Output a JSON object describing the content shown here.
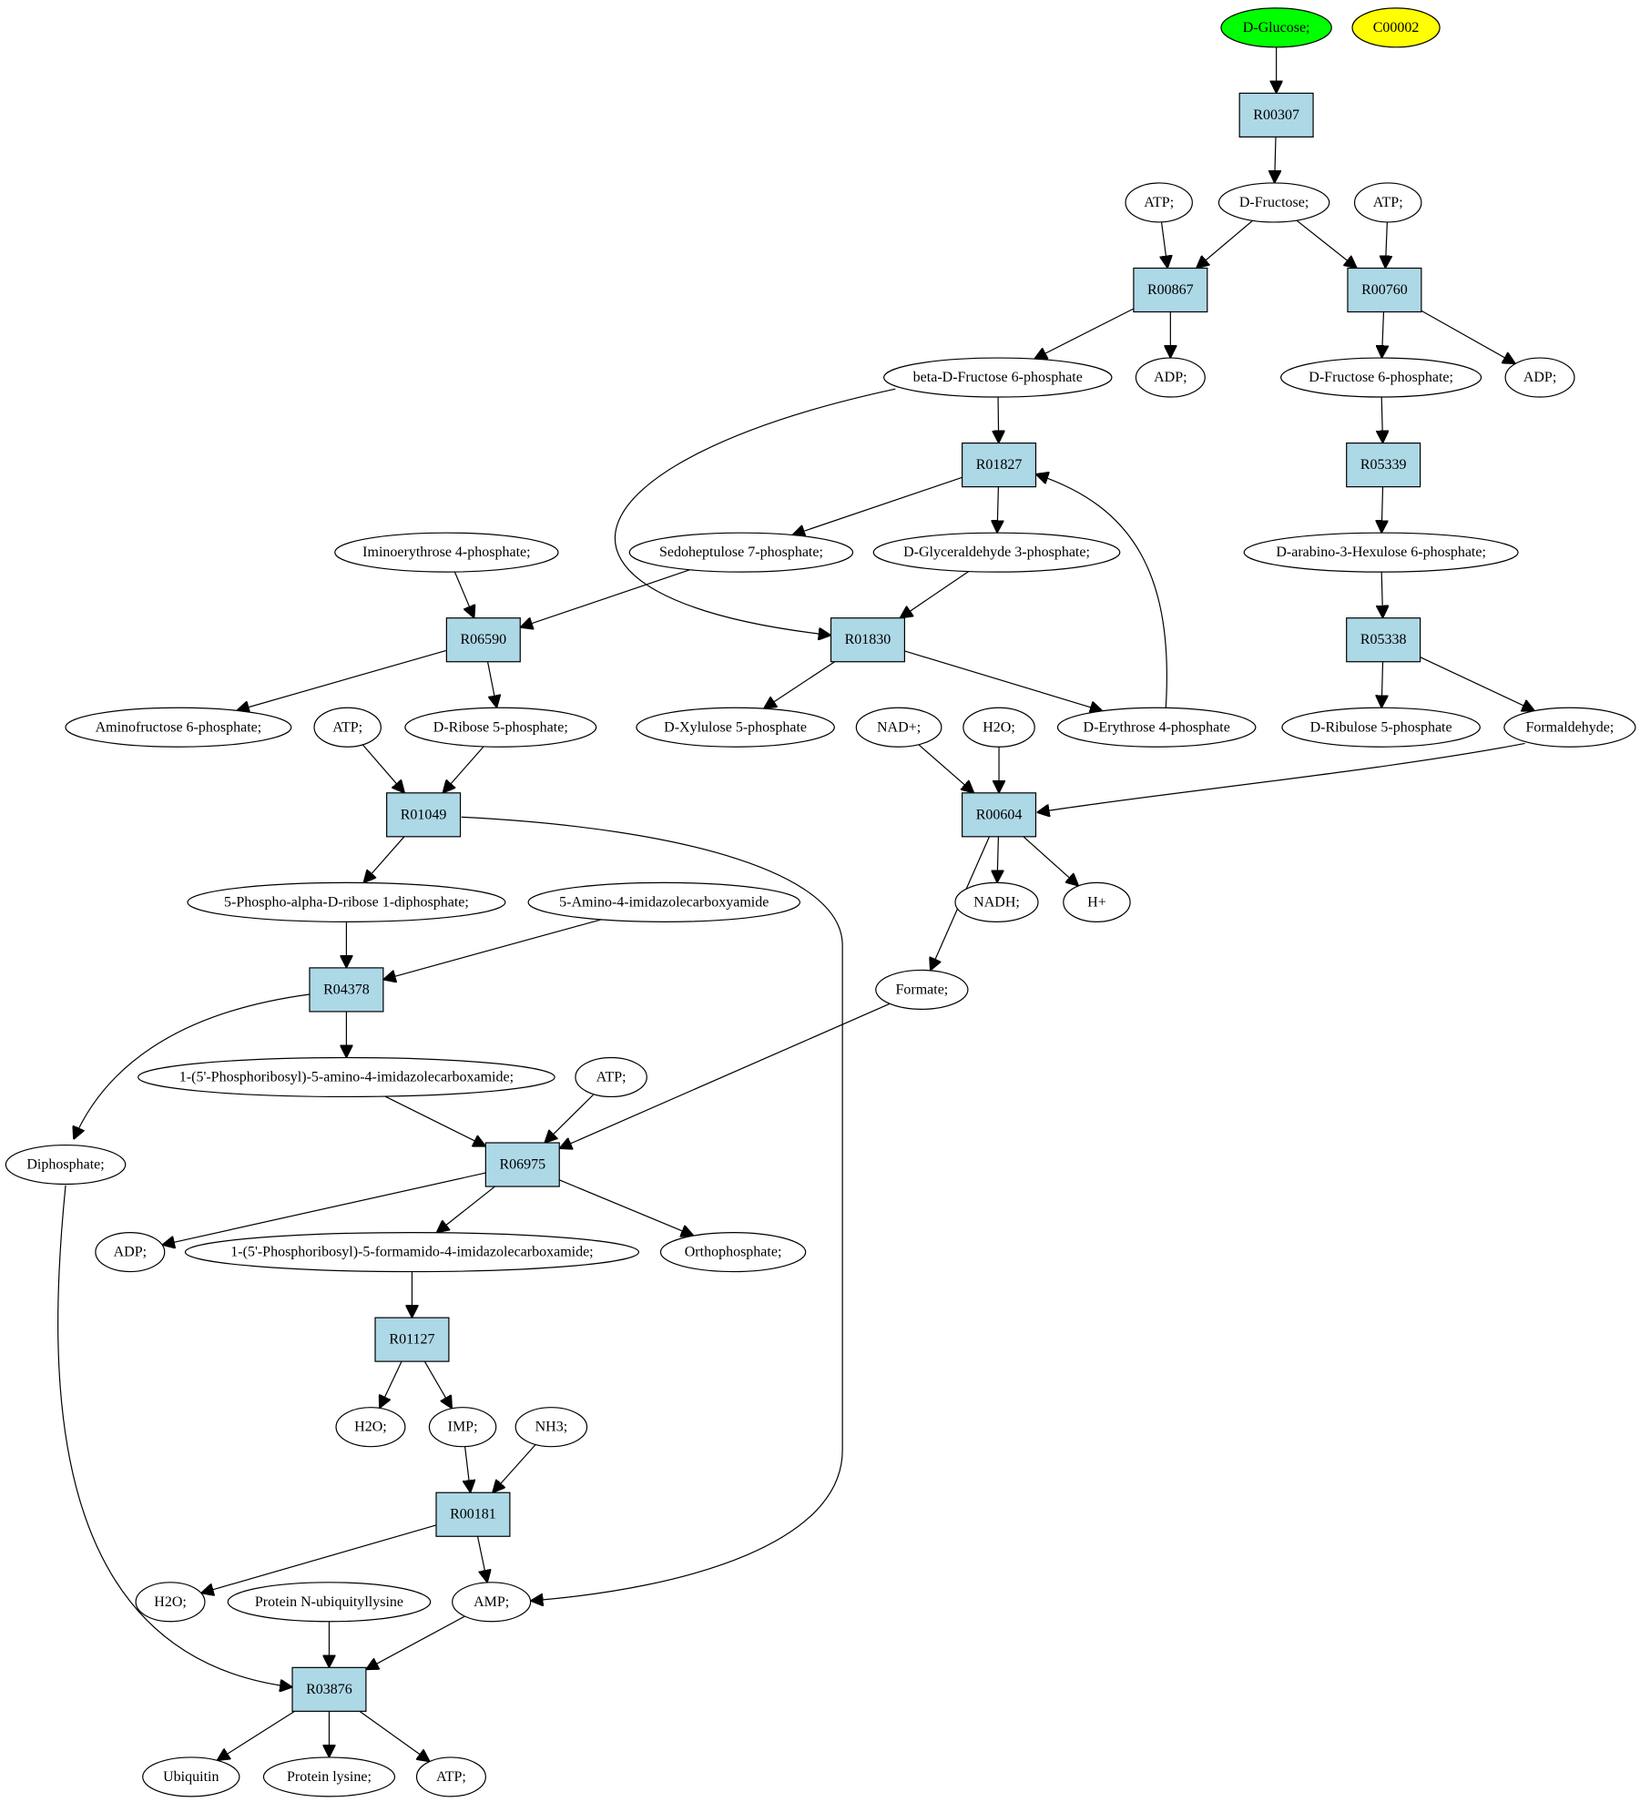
{
  "colors": {
    "reaction_fill": "#add8e6",
    "compound_fill": "#ffffff",
    "start_fill": "#00ff00",
    "target_fill": "#ffff00",
    "line": "#000000"
  },
  "reactions": [
    {
      "id": "r00307",
      "label": "R00307"
    },
    {
      "id": "r00867",
      "label": "R00867"
    },
    {
      "id": "r00760",
      "label": "R00760"
    },
    {
      "id": "r01827",
      "label": "R01827"
    },
    {
      "id": "r05339",
      "label": "R05339"
    },
    {
      "id": "r06590",
      "label": "R06590"
    },
    {
      "id": "r01830",
      "label": "R01830"
    },
    {
      "id": "r05338",
      "label": "R05338"
    },
    {
      "id": "r01049",
      "label": "R01049"
    },
    {
      "id": "r00604",
      "label": "R00604"
    },
    {
      "id": "r04378",
      "label": "R04378"
    },
    {
      "id": "r06975",
      "label": "R06975"
    },
    {
      "id": "r01127",
      "label": "R01127"
    },
    {
      "id": "r00181",
      "label": "R00181"
    },
    {
      "id": "r03876",
      "label": "R03876"
    }
  ],
  "compounds": [
    {
      "id": "c_glucose",
      "label": "D-Glucose;",
      "role": "start"
    },
    {
      "id": "c_c00002",
      "label": "C00002",
      "role": "target"
    },
    {
      "id": "c_atp1",
      "label": "ATP;"
    },
    {
      "id": "c_fructose",
      "label": "D-Fructose;"
    },
    {
      "id": "c_atp2",
      "label": "ATP;"
    },
    {
      "id": "c_bdf6p",
      "label": "beta-D-Fructose 6-phosphate"
    },
    {
      "id": "c_adp1",
      "label": "ADP;"
    },
    {
      "id": "c_df6p",
      "label": "D-Fructose 6-phosphate;"
    },
    {
      "id": "c_adp2",
      "label": "ADP;"
    },
    {
      "id": "c_iminoe4p",
      "label": "Iminoerythrose 4-phosphate;"
    },
    {
      "id": "c_s7p",
      "label": "Sedoheptulose 7-phosphate;"
    },
    {
      "id": "c_g3p",
      "label": "D-Glyceraldehyde 3-phosphate;"
    },
    {
      "id": "c_hexulose6p",
      "label": "D-arabino-3-Hexulose 6-phosphate;"
    },
    {
      "id": "c_aminof6p",
      "label": "Aminofructose 6-phosphate;"
    },
    {
      "id": "c_atp3",
      "label": "ATP;"
    },
    {
      "id": "c_r5p",
      "label": "D-Ribose 5-phosphate;"
    },
    {
      "id": "c_x5p",
      "label": "D-Xylulose 5-phosphate"
    },
    {
      "id": "c_nad",
      "label": "NAD+;"
    },
    {
      "id": "c_h2o1",
      "label": "H2O;"
    },
    {
      "id": "c_e4p",
      "label": "D-Erythrose 4-phosphate"
    },
    {
      "id": "c_ru5p",
      "label": "D-Ribulose 5-phosphate"
    },
    {
      "id": "c_formaldehyde",
      "label": "Formaldehyde;"
    },
    {
      "id": "c_prpp",
      "label": "5-Phospho-alpha-D-ribose 1-diphosphate;"
    },
    {
      "id": "c_aica",
      "label": "5-Amino-4-imidazolecarboxyamide"
    },
    {
      "id": "c_nadh",
      "label": "NADH;"
    },
    {
      "id": "c_hplus",
      "label": "H+"
    },
    {
      "id": "c_formate",
      "label": "Formate;"
    },
    {
      "id": "c_aicar",
      "label": "1-(5'-Phosphoribosyl)-5-amino-4-imidazolecarboxamide;"
    },
    {
      "id": "c_atp4",
      "label": "ATP;"
    },
    {
      "id": "c_diphosphate",
      "label": "Diphosphate;"
    },
    {
      "id": "c_adp3",
      "label": "ADP;"
    },
    {
      "id": "c_faicar",
      "label": "1-(5'-Phosphoribosyl)-5-formamido-4-imidazolecarboxamide;"
    },
    {
      "id": "c_orthophosphate",
      "label": "Orthophosphate;"
    },
    {
      "id": "c_h2o2",
      "label": "H2O;"
    },
    {
      "id": "c_imp",
      "label": "IMP;"
    },
    {
      "id": "c_nh3",
      "label": "NH3;"
    },
    {
      "id": "c_h2o3",
      "label": "H2O;"
    },
    {
      "id": "c_pnul",
      "label": "Protein N-ubiquityllysine"
    },
    {
      "id": "c_amp",
      "label": "AMP;"
    },
    {
      "id": "c_ubiquitin",
      "label": "Ubiquitin"
    },
    {
      "id": "c_plys",
      "label": "Protein lysine;"
    },
    {
      "id": "c_atp5",
      "label": "ATP;"
    }
  ],
  "edges": [
    {
      "from": "c_glucose",
      "to": "r00307"
    },
    {
      "from": "r00307",
      "to": "c_fructose"
    },
    {
      "from": "c_atp1",
      "to": "r00867"
    },
    {
      "from": "c_fructose",
      "to": "r00867"
    },
    {
      "from": "c_fructose",
      "to": "r00760"
    },
    {
      "from": "c_atp2",
      "to": "r00760"
    },
    {
      "from": "r00867",
      "to": "c_bdf6p"
    },
    {
      "from": "r00867",
      "to": "c_adp1"
    },
    {
      "from": "r00760",
      "to": "c_df6p"
    },
    {
      "from": "r00760",
      "to": "c_adp2"
    },
    {
      "from": "c_bdf6p",
      "to": "r01827"
    },
    {
      "from": "c_bdf6p",
      "to": "r01830"
    },
    {
      "from": "c_df6p",
      "to": "r05339"
    },
    {
      "from": "r01827",
      "to": "c_s7p"
    },
    {
      "from": "r01827",
      "to": "c_g3p"
    },
    {
      "from": "r05339",
      "to": "c_hexulose6p"
    },
    {
      "from": "c_iminoe4p",
      "to": "r06590"
    },
    {
      "from": "c_s7p",
      "to": "r06590"
    },
    {
      "from": "c_g3p",
      "to": "r01830"
    },
    {
      "from": "c_hexulose6p",
      "to": "r05338"
    },
    {
      "from": "r06590",
      "to": "c_aminof6p"
    },
    {
      "from": "r06590",
      "to": "c_r5p"
    },
    {
      "from": "r01830",
      "to": "c_x5p"
    },
    {
      "from": "r01830",
      "to": "c_e4p"
    },
    {
      "from": "c_e4p",
      "to": "r01827"
    },
    {
      "from": "r05338",
      "to": "c_ru5p"
    },
    {
      "from": "r05338",
      "to": "c_formaldehyde"
    },
    {
      "from": "c_atp3",
      "to": "r01049"
    },
    {
      "from": "c_r5p",
      "to": "r01049"
    },
    {
      "from": "c_nad",
      "to": "r00604"
    },
    {
      "from": "c_h2o1",
      "to": "r00604"
    },
    {
      "from": "c_formaldehyde",
      "to": "r00604"
    },
    {
      "from": "r01049",
      "to": "c_prpp"
    },
    {
      "from": "r01049",
      "to": "c_amp"
    },
    {
      "from": "r00604",
      "to": "c_nadh"
    },
    {
      "from": "r00604",
      "to": "c_hplus"
    },
    {
      "from": "r00604",
      "to": "c_formate"
    },
    {
      "from": "c_prpp",
      "to": "r04378"
    },
    {
      "from": "c_aica",
      "to": "r04378"
    },
    {
      "from": "r04378",
      "to": "c_aicar"
    },
    {
      "from": "r04378",
      "to": "c_diphosphate"
    },
    {
      "from": "c_aicar",
      "to": "r06975"
    },
    {
      "from": "c_atp4",
      "to": "r06975"
    },
    {
      "from": "c_formate",
      "to": "r06975"
    },
    {
      "from": "r06975",
      "to": "c_adp3"
    },
    {
      "from": "r06975",
      "to": "c_faicar"
    },
    {
      "from": "r06975",
      "to": "c_orthophosphate"
    },
    {
      "from": "c_faicar",
      "to": "r01127"
    },
    {
      "from": "r01127",
      "to": "c_h2o2"
    },
    {
      "from": "r01127",
      "to": "c_imp"
    },
    {
      "from": "c_imp",
      "to": "r00181"
    },
    {
      "from": "c_nh3",
      "to": "r00181"
    },
    {
      "from": "r00181",
      "to": "c_h2o3"
    },
    {
      "from": "r00181",
      "to": "c_amp"
    },
    {
      "from": "c_pnul",
      "to": "r03876"
    },
    {
      "from": "c_amp",
      "to": "r03876"
    },
    {
      "from": "c_diphosphate",
      "to": "r03876"
    },
    {
      "from": "r03876",
      "to": "c_ubiquitin"
    },
    {
      "from": "r03876",
      "to": "c_plys"
    },
    {
      "from": "r03876",
      "to": "c_atp5"
    }
  ]
}
